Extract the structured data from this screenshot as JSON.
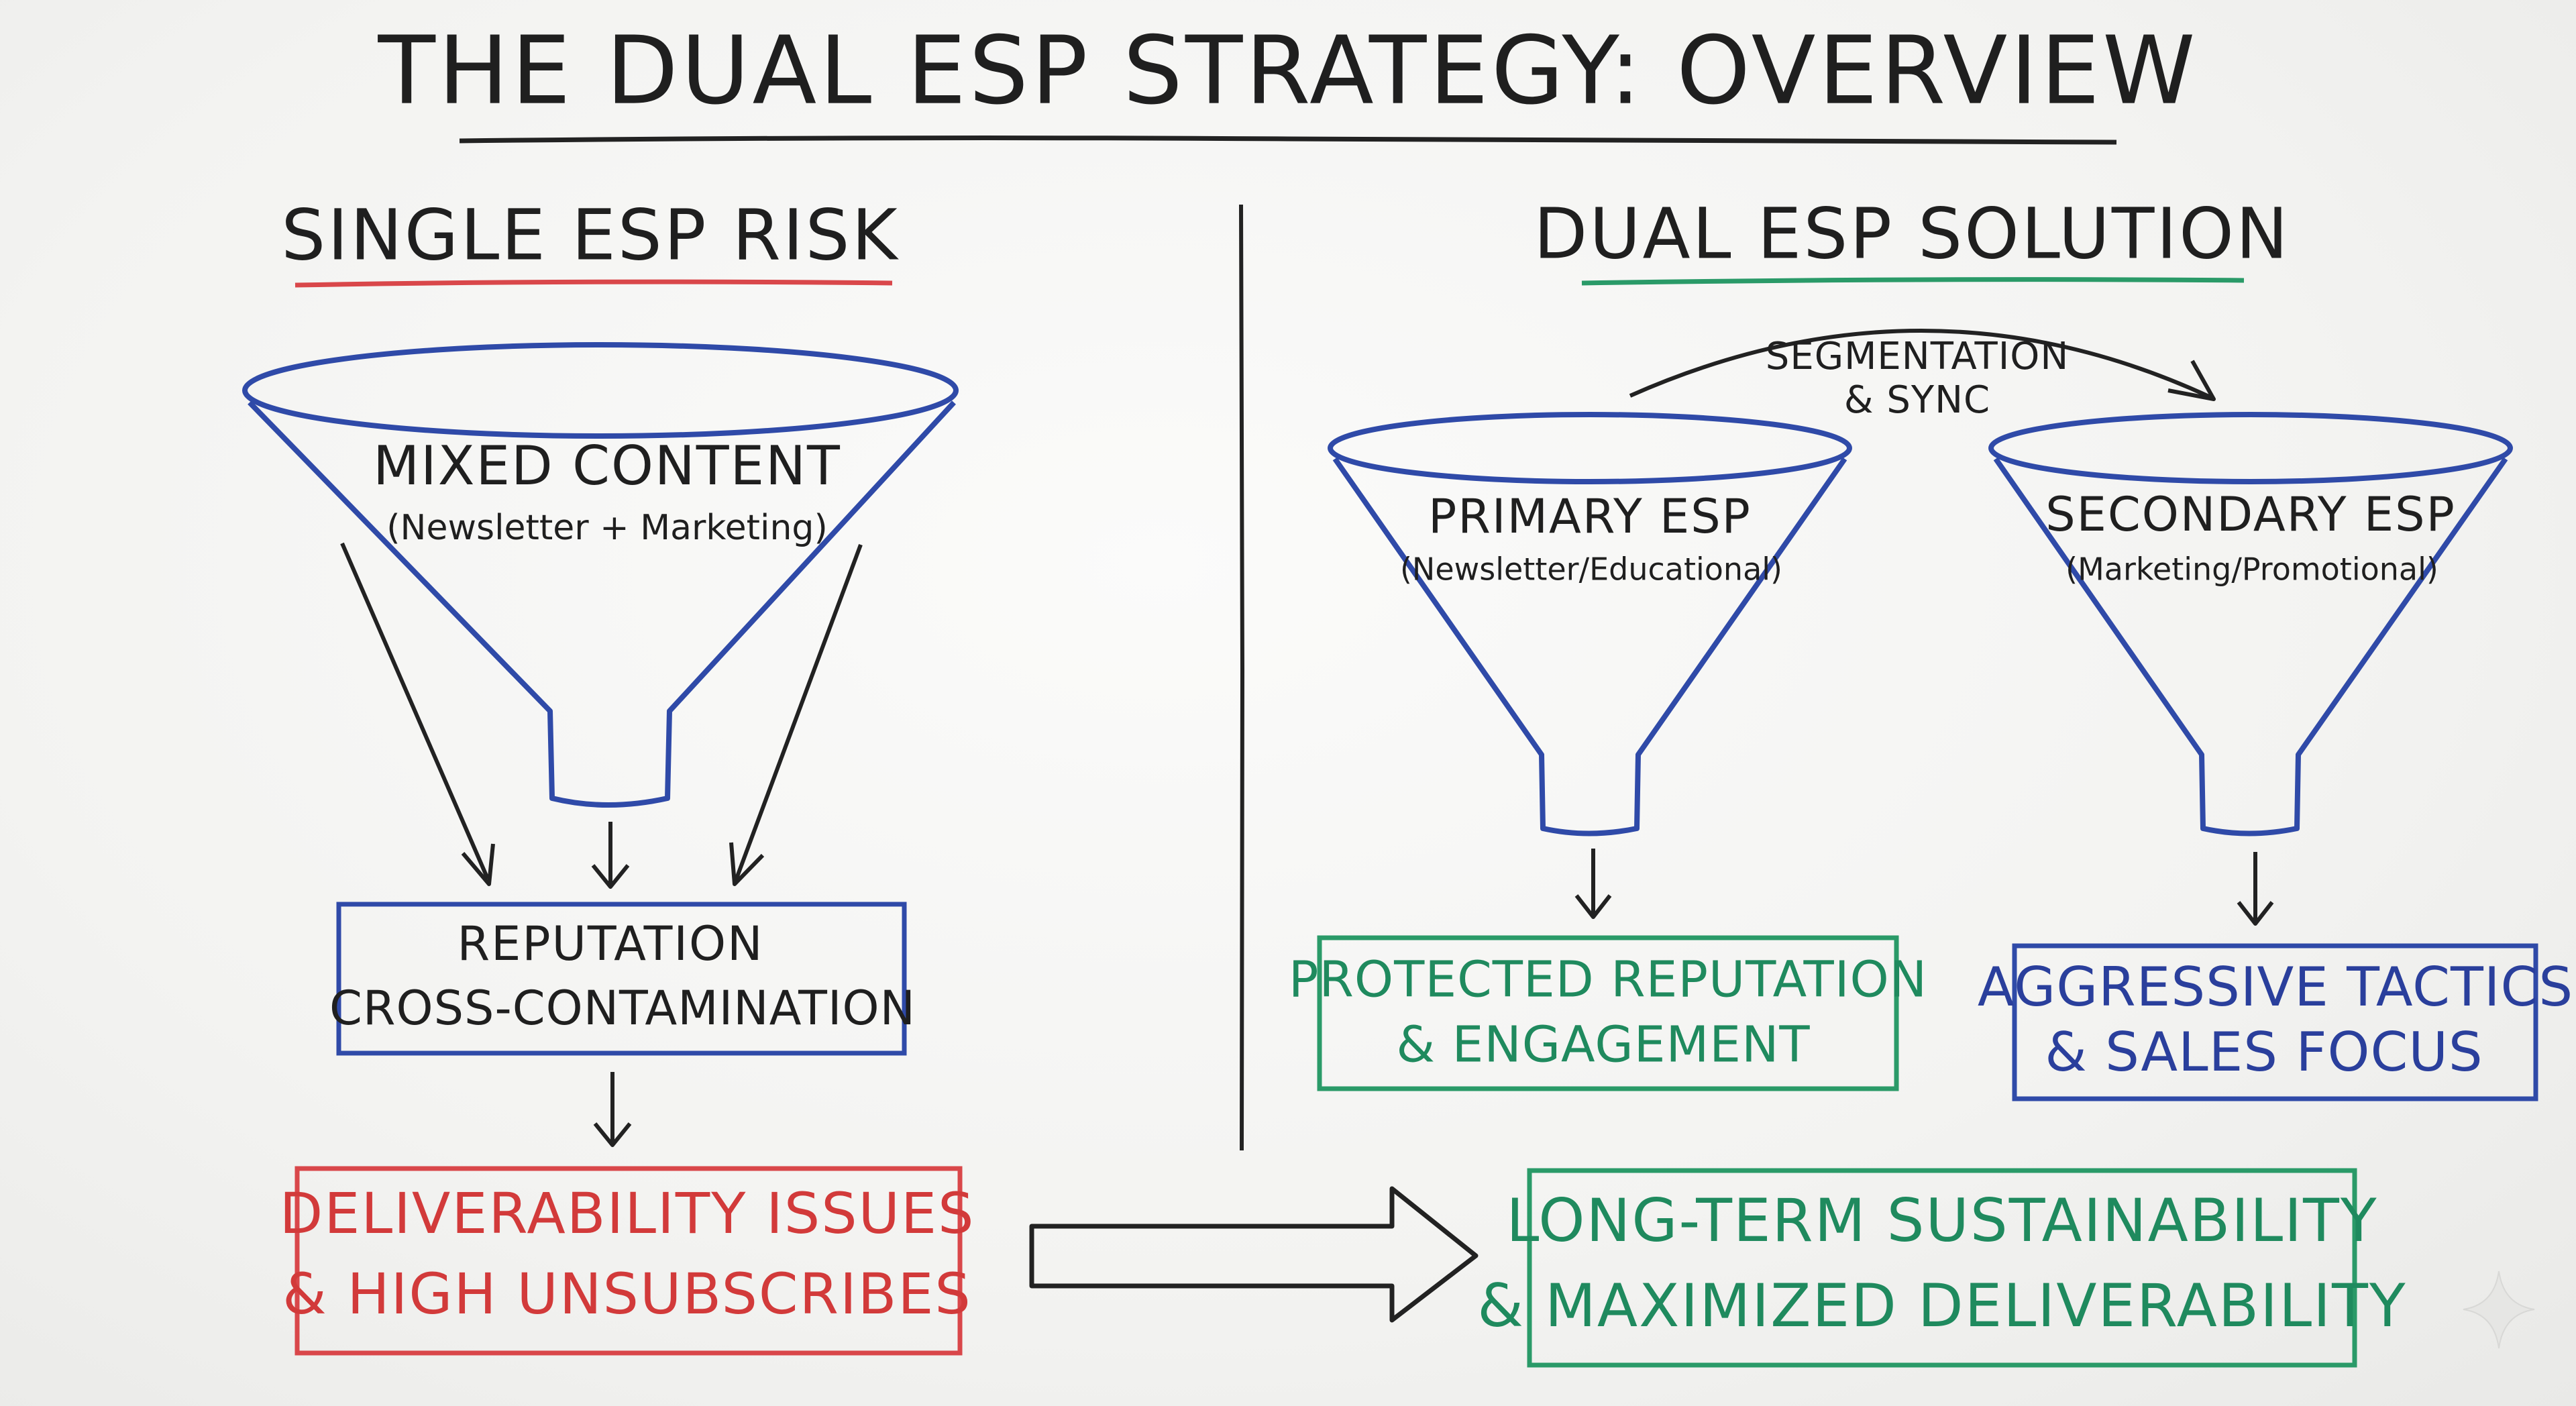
{
  "title": "THE DUAL ESP STRATEGY: OVERVIEW",
  "left": {
    "heading": "SINGLE ESP RISK",
    "funnel": {
      "label": "MIXED CONTENT",
      "sublabel": "(Newsletter + Marketing)"
    },
    "middle_box": {
      "line1": "REPUTATION",
      "line2": "CROSS-CONTAMINATION"
    },
    "bottom_box": {
      "line1": "DELIVERABILITY ISSUES",
      "line2": "& HIGH UNSUBSCRIBES"
    }
  },
  "right": {
    "heading": "DUAL ESP SOLUTION",
    "sync_label": {
      "line1": "SEGMENTATION",
      "line2": "& SYNC"
    },
    "primary_funnel": {
      "label": "PRIMARY ESP",
      "sublabel": "(Newsletter/Educational)"
    },
    "secondary_funnel": {
      "label": "SECONDARY ESP",
      "sublabel": "(Marketing/Promotional)"
    },
    "primary_box": {
      "line1": "PROTECTED REPUTATION",
      "line2": "& ENGAGEMENT"
    },
    "secondary_box": {
      "line1": "AGGRESSIVE TACTICS",
      "line2": "& SALES FOCUS"
    },
    "bottom_box": {
      "line1": "LONG-TERM SUSTAINABILITY",
      "line2": "& MAXIMIZED DELIVERABILITY"
    }
  },
  "colors": {
    "ink": "#222222",
    "risk": "#d9474a",
    "solution": "#2a9a68",
    "funnel": "#2f4aa8"
  },
  "icons": {
    "corner": "sparkle-icon"
  }
}
